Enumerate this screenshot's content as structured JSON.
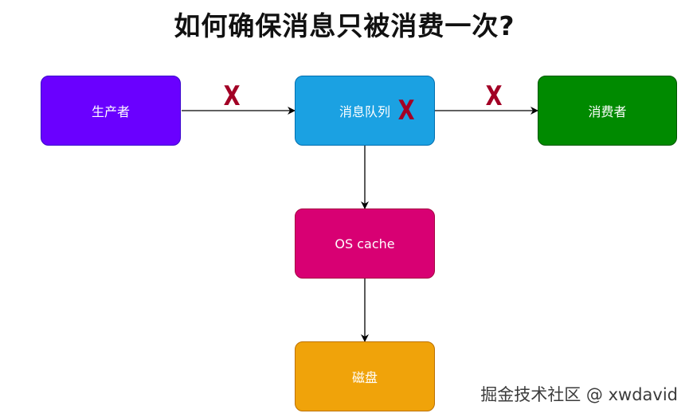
{
  "title": "如何确保消息只被消费一次?",
  "nodes": {
    "producer": {
      "label": "生产者",
      "fill": "#6a00ff",
      "stroke": "#3700cc"
    },
    "queue": {
      "label": "消息队列",
      "fill": "#1ba1e2",
      "stroke": "#006eaf"
    },
    "consumer": {
      "label": "消费者",
      "fill": "#008a00",
      "stroke": "#005700"
    },
    "os_cache": {
      "label": "OS cache",
      "fill": "#d80073",
      "stroke": "#a50040"
    },
    "disk": {
      "label": "磁盘",
      "fill": "#f0a30a",
      "stroke": "#bd7000"
    }
  },
  "marks": {
    "symbol": "X",
    "color": "#a20025"
  },
  "watermark": "掘金技术社区 @ xwdavid"
}
